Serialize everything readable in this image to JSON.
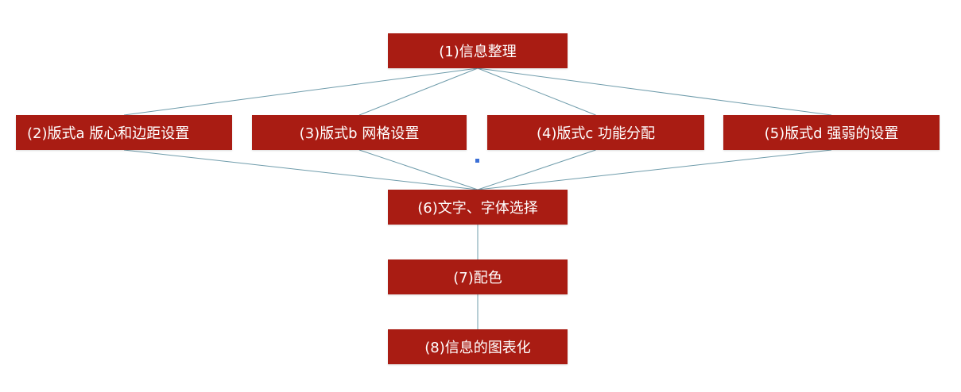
{
  "colors": {
    "box_fill": "#a91c13",
    "box_text": "#ffffff",
    "connector": "#6f9cab",
    "marker": "#3b6fd6"
  },
  "nodes": {
    "n1": {
      "label": "(1)信息整理"
    },
    "n2": {
      "label": "(2)版式a 版心和边距设置"
    },
    "n3": {
      "label": "(3)版式b 网格设置"
    },
    "n4": {
      "label": "(4)版式c 功能分配"
    },
    "n5": {
      "label": "(5)版式d 强弱的设置"
    },
    "n6": {
      "label": "(6)文字、字体选择"
    },
    "n7": {
      "label": "(7)配色"
    },
    "n8": {
      "label": "(8)信息的图表化"
    }
  },
  "edges": [
    [
      "n1",
      "n2"
    ],
    [
      "n1",
      "n3"
    ],
    [
      "n1",
      "n4"
    ],
    [
      "n1",
      "n5"
    ],
    [
      "n2",
      "n6"
    ],
    [
      "n3",
      "n6"
    ],
    [
      "n4",
      "n6"
    ],
    [
      "n5",
      "n6"
    ],
    [
      "n6",
      "n7"
    ],
    [
      "n7",
      "n8"
    ]
  ]
}
